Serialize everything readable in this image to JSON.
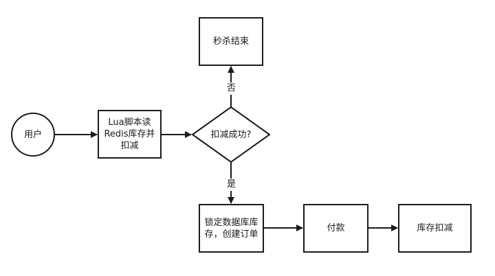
{
  "nodes": {
    "user": "用户",
    "lua_script": {
      "line1": "Lua脚本读",
      "line2": "Redis库存并",
      "line3": "扣减"
    },
    "decision": "扣减成功?",
    "seckill_end": "秒杀结束",
    "lock_stock": {
      "line1": "锁定数据库库",
      "line2": "存，创建订单"
    },
    "payment": "付款",
    "deduct_stock": "库存扣减"
  },
  "edges": {
    "no_label": "否",
    "yes_label": "是"
  }
}
